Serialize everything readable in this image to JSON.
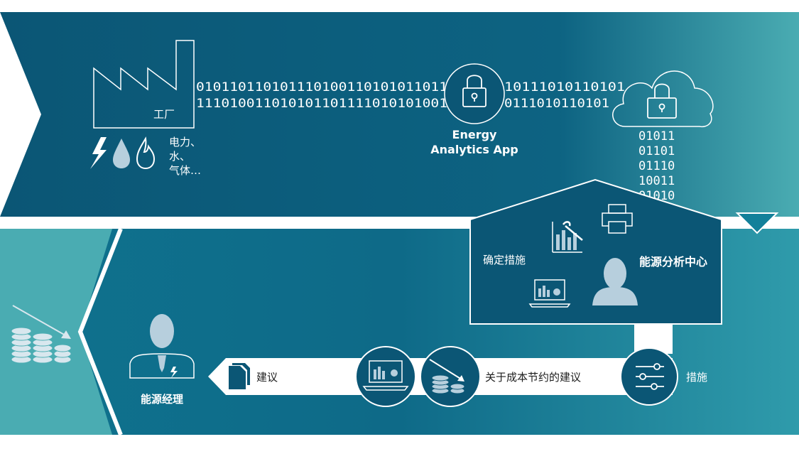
{
  "top": {
    "factory_label": "工厂",
    "resources_lines": [
      "电力、",
      "水、",
      "气体…"
    ],
    "binary_row1_a": "010110110101110100110101011011",
    "binary_row2_a": "111010011010101101111010101001",
    "binary_row1_b": "10111010110101",
    "binary_row2_b": "0111010110101",
    "app_label_line1": "Energy",
    "app_label_line2": "Analytics App",
    "cloud_binary": [
      "01011",
      "01101",
      "01110",
      "10011",
      "01010"
    ]
  },
  "center": {
    "measures_label": "确定措施",
    "title": "能源分析中心"
  },
  "bottom": {
    "manager_label": "能源经理",
    "advice_label": "建议",
    "savings_label": "关于成本节约的建议",
    "measures_label": "措施"
  },
  "colors": {
    "dark_teal": "#0b5675",
    "mid_teal": "#13809a",
    "light_teal": "#4aacb2",
    "icon_fill": "#b7cfdd",
    "white": "#ffffff"
  }
}
